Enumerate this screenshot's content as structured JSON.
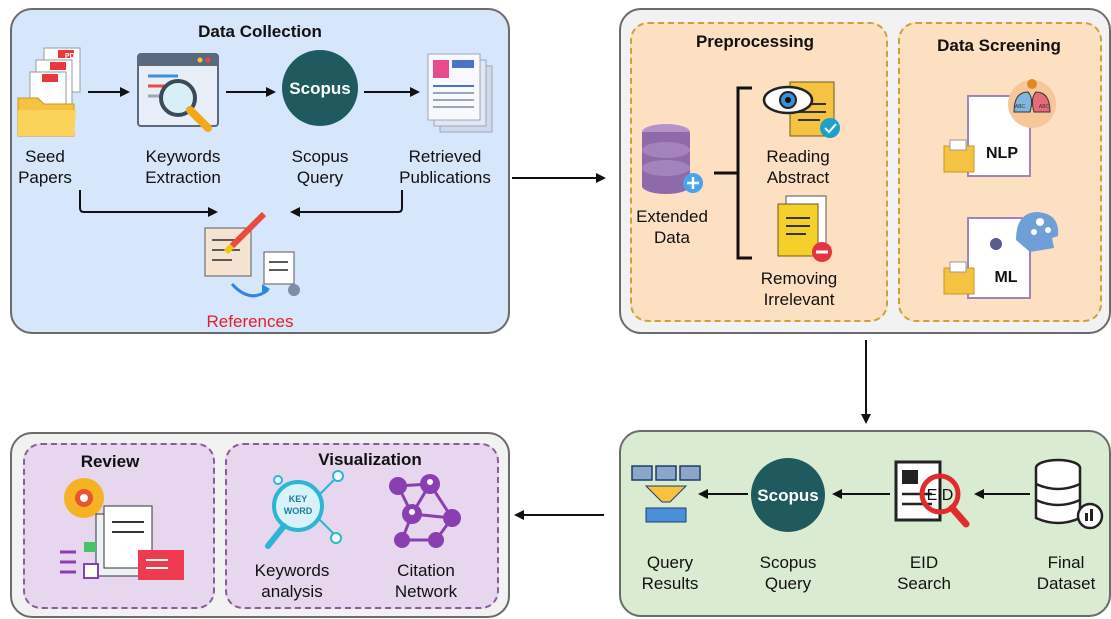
{
  "data_collection": {
    "title": "Data Collection",
    "seed": [
      "Seed",
      "Papers"
    ],
    "keywords": [
      "Keywords",
      "Extraction"
    ],
    "scopus": [
      "Scopus",
      "Query"
    ],
    "retrieved": [
      "Retrieved",
      "Publications"
    ],
    "references": "References",
    "scopus_logo": "Scopus",
    "pdf_tag": "PDF"
  },
  "screening": {
    "preprocessing_title": "Preprocessing",
    "data_screening_title": "Data Screening",
    "extended": [
      "Extended",
      "Data"
    ],
    "reading": [
      "Reading",
      "Abstract"
    ],
    "removing": [
      "Removing",
      "Irrelevant"
    ],
    "nlp": "NLP",
    "ml": "ML",
    "abc": "ABC"
  },
  "query": {
    "results": [
      "Query",
      "Results"
    ],
    "scopus": [
      "Scopus",
      "Query"
    ],
    "eid": [
      "EID",
      "Search"
    ],
    "final": [
      "Final",
      "Dataset"
    ],
    "scopus_logo": "Scopus",
    "eid_tag": "EID"
  },
  "review": {
    "review_title": "Review",
    "visualization_title": "Visualization",
    "keywords": [
      "Keywords",
      "analysis"
    ],
    "citation": [
      "Citation",
      "Network"
    ],
    "key_word": [
      "KEY",
      "WORD"
    ]
  },
  "colors": {
    "blue_panel": "#d6e6fb",
    "grey_panel": "#f2f2f2",
    "orange_box": "#fde0c2",
    "green_panel": "#d9ecd2",
    "purple_box": "#e6d6ee",
    "scopus_teal": "#1e5a5e",
    "reference_red": "#e0202a"
  }
}
